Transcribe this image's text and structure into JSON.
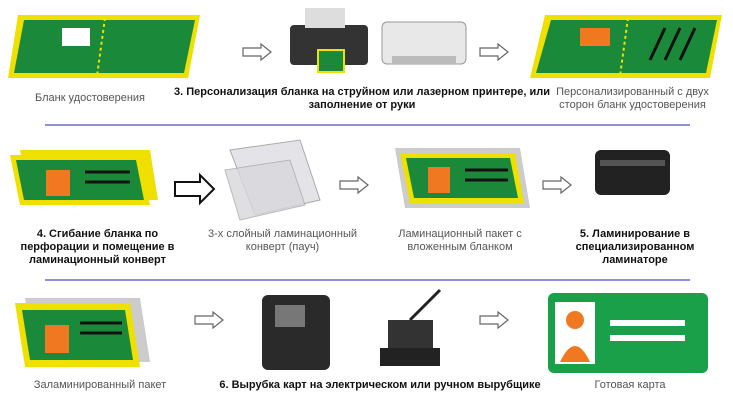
{
  "row1": {
    "blank": "Бланк удостоверения",
    "step3": "3. Персонализация бланка на струйном или лазерном принтере, или заполнение от руки",
    "personalized": "Персонализированный с двух сторон  бланк удостоверения"
  },
  "row2": {
    "step4": "4. Сгибание бланка по перфорации и  помещение в ламинационный конверт",
    "pouch": "3-х слойный ламинационный конверт (пауч)",
    "packet": "Ламинационный пакет с вложенным бланком",
    "step5": "5. Ламинирование в специализированном ламинаторе"
  },
  "row3": {
    "laminated": "Заламинированный пакет",
    "step6": "6. Вырубка карт на электрическом или ручном вырубщике",
    "ready": "Готовая карта"
  },
  "colors": {
    "green": "#1a8a3a",
    "yellow": "#f0e000",
    "orange": "#f07820",
    "separator": "#8f8fe0"
  }
}
